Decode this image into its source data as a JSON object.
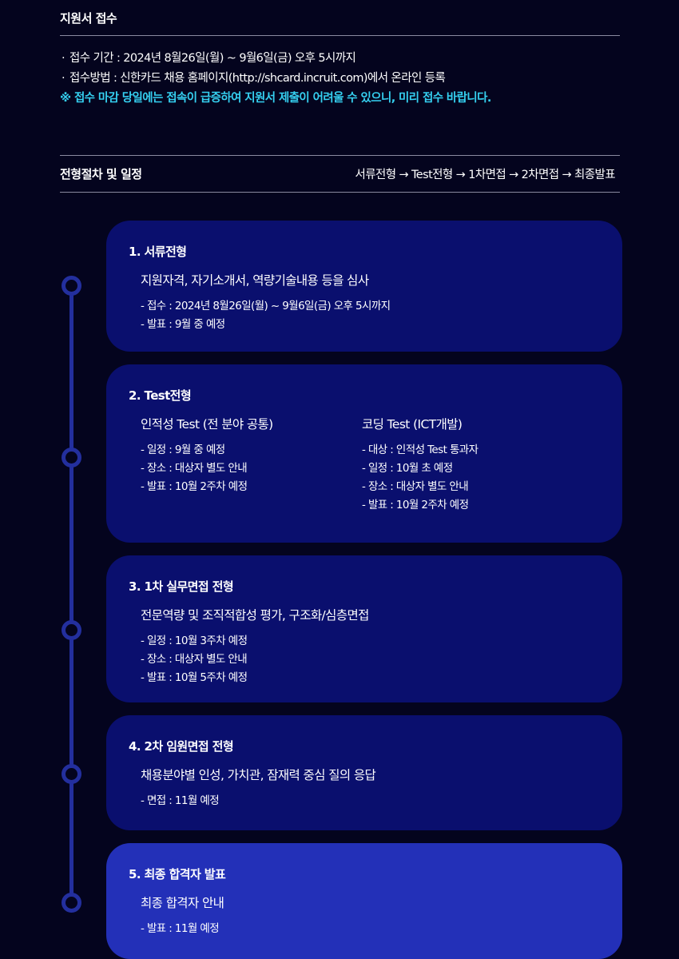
{
  "application": {
    "title": "지원서 접수",
    "bullets": [
      "접수 기간 : 2024년 8월26일(월) ~ 9월6일(금) 오후 5시까지",
      "접수방법 : 신한카드 채용 홈페이지(http://shcard.incruit.com)에서 온라인 등록"
    ],
    "bullet_mark": "·",
    "warning": "※ 접수 마감 당일에는 접속이 급증하여 지원서 제출이 어려울 수 있으니, 미리 접수 바랍니다."
  },
  "process": {
    "title": "전형절차 및 일정",
    "flow": "서류전형 → Test전형 → 1차면접 → 2차면접 → 최종발표"
  },
  "steps": [
    {
      "title": "1. 서류전형",
      "subtitle": "지원자격, 자기소개서, 역량기술내용 등을 심사",
      "lines": [
        "- 접수 : 2024년 8월26일(월) ~ 9월6일(금) 오후 5시까지",
        "- 발표 : 9월 중 예정"
      ]
    },
    {
      "title": "2. Test전형",
      "columns": [
        {
          "subtitle": "인적성 Test (전 분야 공통)",
          "lines": [
            "- 일정 : 9월 중 예정",
            "- 장소 : 대상자 별도 안내",
            "- 발표 : 10월 2주차 예정"
          ]
        },
        {
          "subtitle": "코딩 Test (ICT개발)",
          "lines": [
            "- 대상 : 인적성 Test 통과자",
            "- 일정 : 10월 초 예정",
            "- 장소 : 대상자 별도 안내",
            "- 발표 : 10월 2주차 예정"
          ]
        }
      ]
    },
    {
      "title": "3. 1차 실무면접 전형",
      "subtitle": "전문역량 및 조직적합성 평가, 구조화/심층면접",
      "lines": [
        "- 일정 : 10월 3주차 예정",
        "- 장소 : 대상자 별도 안내",
        "- 발표 : 10월 5주차 예정"
      ]
    },
    {
      "title": "4. 2차 임원면접 전형",
      "subtitle": "채용분야별 인성, 가치관, 잠재력 중심 질의 응답",
      "lines": [
        "- 면접 : 11월 예정"
      ]
    },
    {
      "title": "5. 최종 합격자 발표",
      "subtitle": "최종 합격자 안내",
      "lines": [
        "- 발표 : 11월 예정"
      ]
    }
  ],
  "colors": {
    "background": "#04041e",
    "card": "#0a0f6e",
    "final_card": "#2330b8",
    "timeline": "#232f9e",
    "warning": "#35d0f0"
  }
}
